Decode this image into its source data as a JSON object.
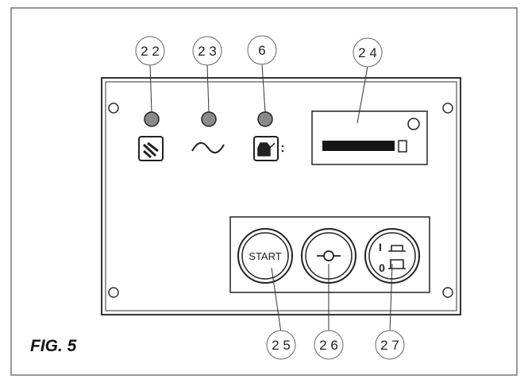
{
  "figure": {
    "caption": "FIG. 5"
  },
  "callouts": {
    "c22": "2 2",
    "c23": "2 3",
    "c6": "6",
    "c24": "2 4",
    "c25": "2 5",
    "c26": "2 6",
    "c27": "2 7"
  },
  "buttons": {
    "start_label": "START",
    "power_on_symbol": "I",
    "power_off_symbol": "0"
  },
  "icons": {
    "indicator_1": "scissors-hand-icon",
    "indicator_2": "ac-wave-icon",
    "indicator_3": "oil-can-icon",
    "button_2": "reset-target-icon",
    "button_3": "power-switch-icon"
  },
  "colors": {
    "line": "#333333",
    "display_bar": "#151515",
    "lamp_fill": "#888888"
  }
}
